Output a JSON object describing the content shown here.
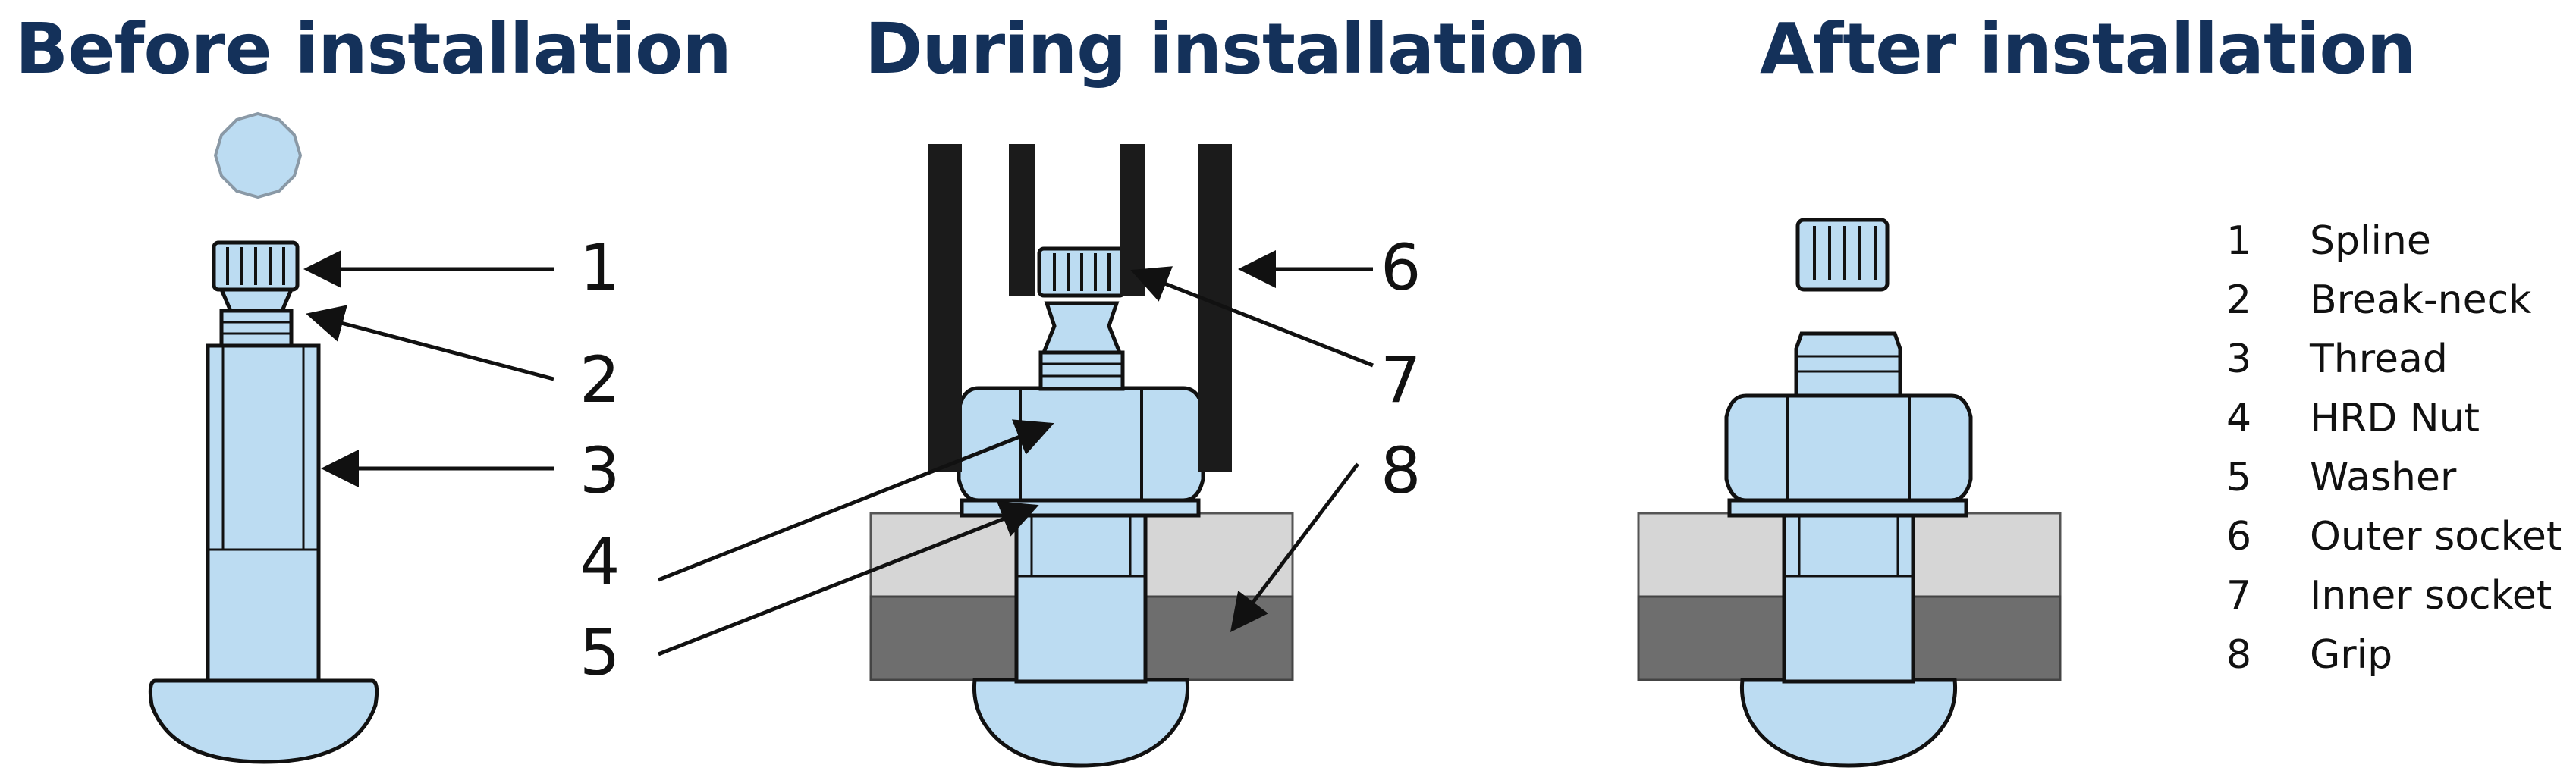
{
  "titles": {
    "before": "Before installation",
    "during": "During installation",
    "after": "After installation"
  },
  "callouts": {
    "n1": "1",
    "n2": "2",
    "n3": "3",
    "n4": "4",
    "n5": "5",
    "n6": "6",
    "n7": "7",
    "n8": "8"
  },
  "legend": [
    {
      "num": "1",
      "label": "Spline"
    },
    {
      "num": "2",
      "label": "Break-neck"
    },
    {
      "num": "3",
      "label": "Thread"
    },
    {
      "num": "4",
      "label": "HRD Nut"
    },
    {
      "num": "5",
      "label": "Washer"
    },
    {
      "num": "6",
      "label": "Outer socket"
    },
    {
      "num": "7",
      "label": "Inner socket"
    },
    {
      "num": "8",
      "label": "Grip"
    }
  ],
  "colors": {
    "title": "#14315a",
    "part_fill": "#bcdcf2",
    "plate_light": "#d6d6d6",
    "plate_dark": "#6e6e6e",
    "socket": "#1b1b1b"
  }
}
